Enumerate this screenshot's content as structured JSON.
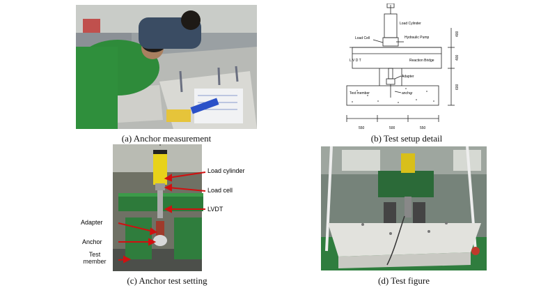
{
  "captions": {
    "a": "(a)  Anchor  measurement",
    "b": "(b)  Test  setup  detail",
    "c": "(c)  Anchor  test  setting",
    "d": "(d)  Test  figure"
  },
  "diagram_b": {
    "labels": {
      "load_cylinder": "Load Cylinder",
      "load_cell": "Load Cell",
      "hydraulic_pump": "Hydraulic Pump",
      "reaction_bridge": "Reaction Bridge",
      "lvdt": "L V D T",
      "adapter": "Adapter",
      "anchor": "anchor",
      "test_member": "Test member"
    },
    "dims_vertical": [
      "400",
      "400",
      "600"
    ],
    "dims_horizontal": [
      "550",
      "500",
      "550"
    ]
  },
  "photo_c": {
    "labels": {
      "load_cylinder": "Load cylinder",
      "load_cell": "Load cell",
      "lvdt": "LVDT",
      "adapter": "Adapter",
      "anchor": "Anchor",
      "test_member": "Test\nmember"
    }
  }
}
